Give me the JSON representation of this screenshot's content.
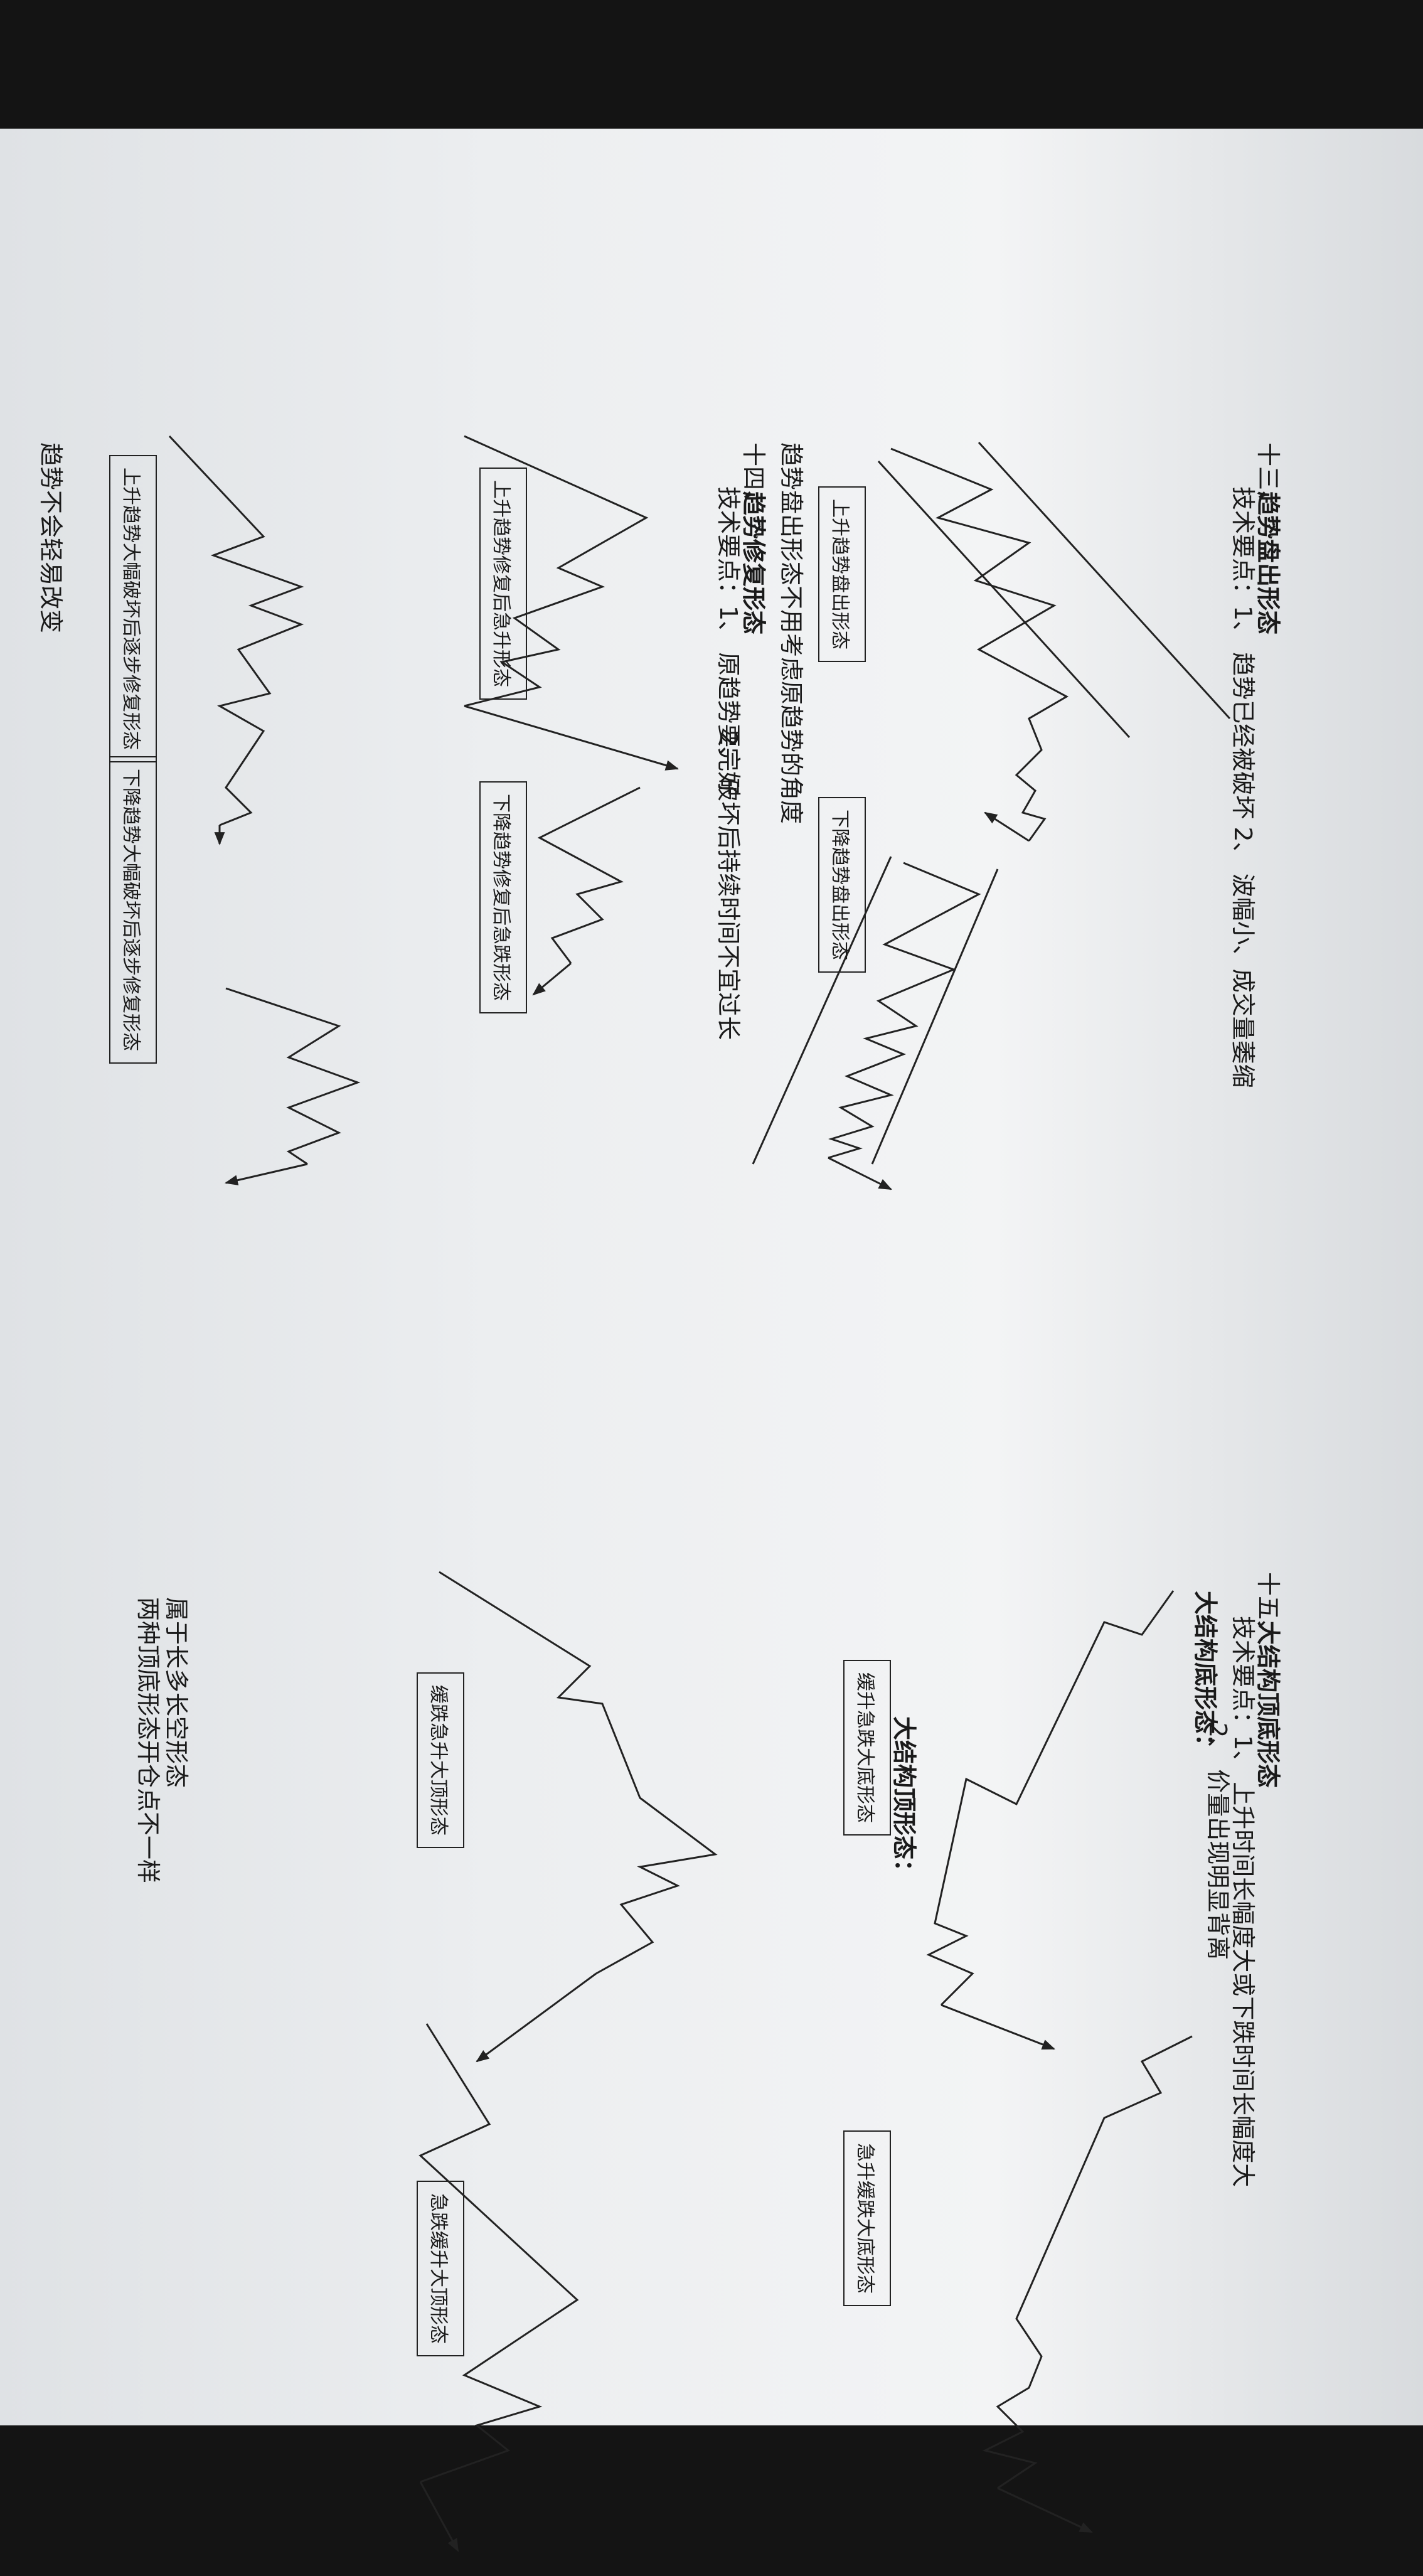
{
  "section13": {
    "number": "十三、",
    "title": "趋势盘出形态",
    "points": "技术要点：1、 趋势已经被破坏      2、 波幅小、成交量萎缩",
    "label_up": "上升趋势盘出形态",
    "label_down": "下降趋势盘出形态",
    "note": "趋势盘出形态不用考虑原趋势的角度"
  },
  "section14": {
    "number": "十四、",
    "title": "趋势修复形态",
    "points_1": "技术要点：1、 原趋势要完好",
    "points_2": "2、 破坏后持续时间不宜过长",
    "label_up_a": "上升趋势修复后急升形态",
    "label_down_a": "下降趋势修复后急跌形态",
    "label_up_b": "上升趋势大幅破坏后逐步修复形态",
    "label_down_b": "下降趋势大幅破坏后逐步修复形态",
    "note": "趋势不会轻易改变"
  },
  "section15": {
    "number": "十五、",
    "title": "大结构顶底形态",
    "points_1": "技术要点：1、 上升时间长幅度大或下跌时间长幅度大",
    "points_2": "2、 价量出现明显背离",
    "bottom_heading": "大结构底形态：",
    "top_heading": "大结构顶形态：",
    "label_bottom_1": "缓升急跌大底形态",
    "label_bottom_2": "急升缓跌大底形态",
    "label_top_1": "缓跌急升大顶形态",
    "label_top_2": "急跌缓升大顶形态",
    "note_1": "属于长多长空形态",
    "note_2": "两种顶底形态开仓点不一样"
  }
}
